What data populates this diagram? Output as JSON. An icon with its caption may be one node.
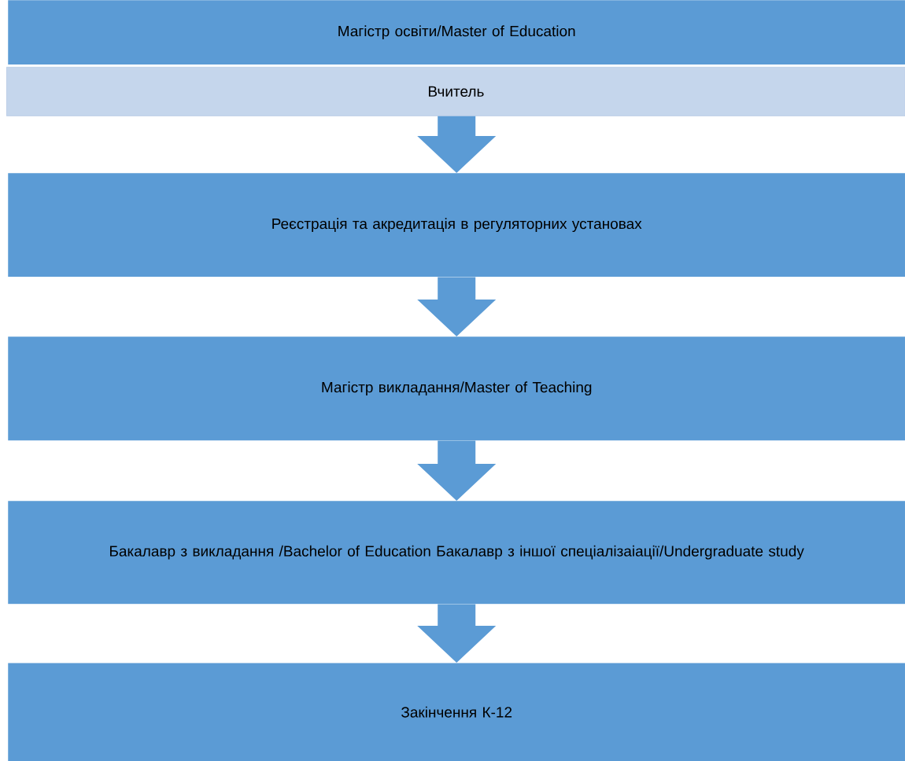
{
  "diagram": {
    "nodes": [
      {
        "text": [
          "Магістр освіти/Master of Education"
        ]
      },
      {
        "text": [
          "Вчитель"
        ]
      },
      {
        "text": [
          "Реєстрація та акредитація в регуляторних установах"
        ]
      },
      {
        "text": [
          "Магістр викладання/Master of Teaching"
        ]
      },
      {
        "text": [
          "Бакалавр з викладання /Bachelor of Education Бакалавр з іншої спеціалізаіації/Undergraduate study"
        ]
      },
      {
        "text": [
          "Закінчення К-12"
        ]
      }
    ],
    "edges": [
      {
        "from": 1,
        "to": 2,
        "arrow": "to"
      },
      {
        "from": 2,
        "to": 3,
        "arrow": "to"
      },
      {
        "from": 3,
        "to": 4,
        "arrow": "to"
      },
      {
        "from": 4,
        "to": 5,
        "arrow": "to"
      }
    ]
  }
}
